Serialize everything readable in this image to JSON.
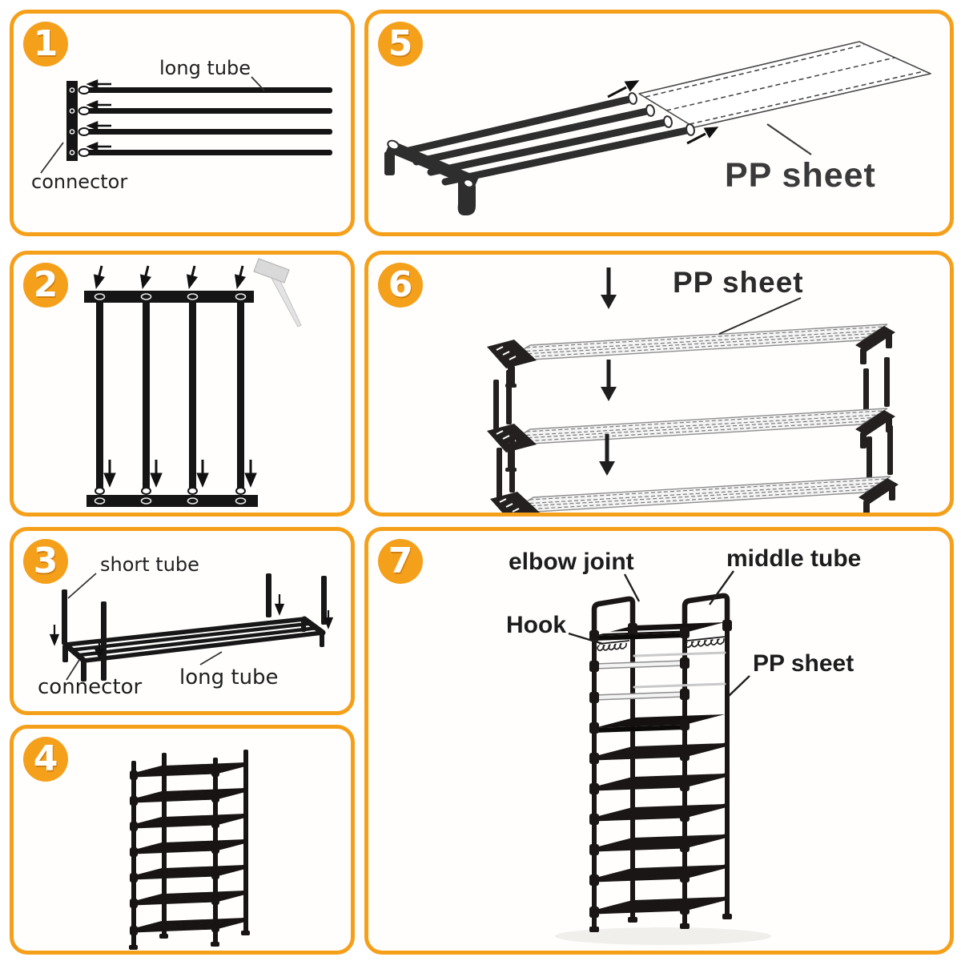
{
  "theme": {
    "accent_orange": "#F5A01B",
    "ink_black": "#1b1616",
    "label_gray": "#3a3a3a",
    "sheet_fill": "#f4f4f4",
    "mallet_gray": "#dadada"
  },
  "steps": {
    "step1": {
      "number": "1",
      "label_long_tube": "long tube",
      "label_connector": "connector"
    },
    "step2": {
      "number": "2",
      "icon": "rubber-mallet-icon"
    },
    "step3": {
      "number": "3",
      "label_short_tube": "short tube",
      "label_connector": "connector",
      "label_long_tube": "long tube"
    },
    "step4": {
      "number": "4"
    },
    "step5": {
      "number": "5",
      "label_pp_sheet": "PP sheet"
    },
    "step6": {
      "number": "6",
      "label_pp_sheet": "PP sheet"
    },
    "step7": {
      "number": "7",
      "label_elbow_joint": "elbow joint",
      "label_middle_tube": "middle tube",
      "label_hook": "Hook",
      "label_pp_sheet": "PP sheet"
    }
  }
}
